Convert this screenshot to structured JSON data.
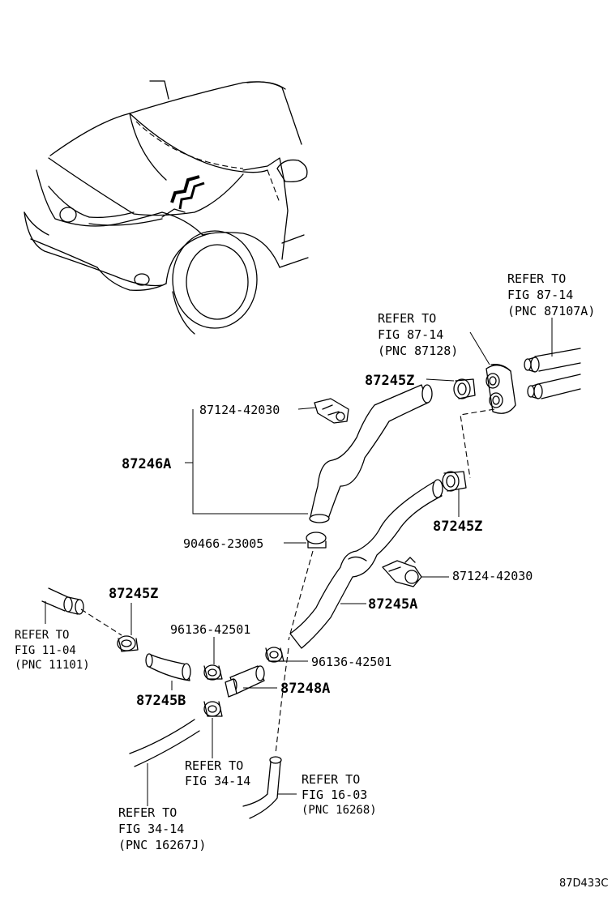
{
  "labels": {
    "ref_87107a": [
      "REFER TO",
      "FIG 87-14",
      "(PNC 87107A)"
    ],
    "ref_87128": [
      "REFER TO",
      "FIG 87-14",
      "(PNC 87128)"
    ],
    "pn_87245z_top": "87245Z",
    "pn_87124_top": "87124-42030",
    "pn_87246a": "87246A",
    "pn_87245z_right": "87245Z",
    "pn_90466": "90466-23005",
    "pn_87124_right": "87124-42030",
    "pn_87245z_left": "87245Z",
    "pn_87245a": "87245A",
    "ref_11101": [
      "REFER TO",
      "FIG 11-04",
      "(PNC 11101)"
    ],
    "pn_96136_left": "96136-42501",
    "pn_96136_right": "96136-42501",
    "pn_87248a": "87248A",
    "pn_87245b": "87245B",
    "ref_34_14_small": [
      "REFER TO",
      "FIG 34-14"
    ],
    "ref_16268": [
      "REFER TO",
      "FIG 16-03",
      "(PNC 16268)"
    ],
    "ref_16267j": [
      "REFER TO",
      "FIG 34-14",
      "(PNC 16267J)"
    ],
    "figure_code": "87D433C"
  }
}
